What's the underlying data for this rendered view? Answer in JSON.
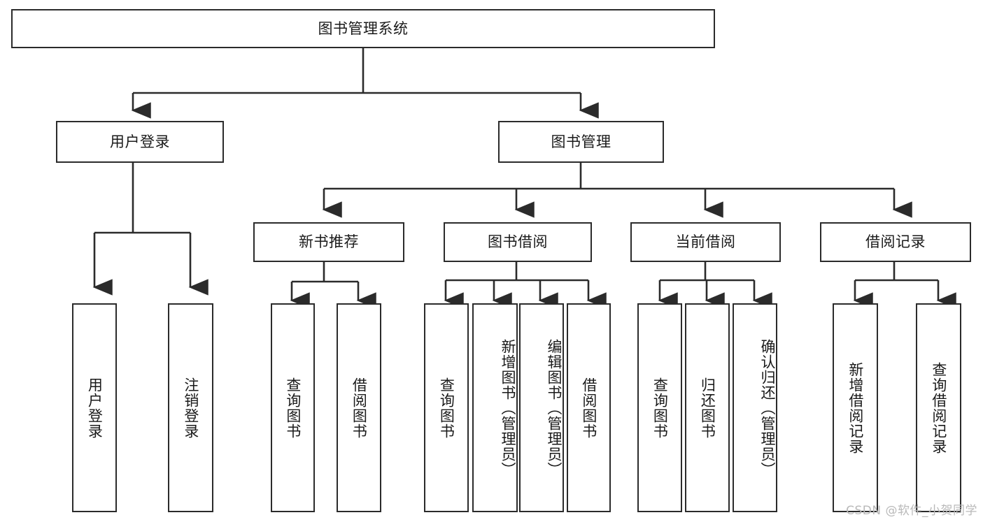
{
  "diagram": {
    "type": "tree-hierarchy",
    "title": "图书管理系统",
    "root": {
      "label": "图书管理系统"
    },
    "level2": [
      {
        "id": "user-login",
        "label": "用户登录"
      },
      {
        "id": "book-management",
        "label": "图书管理"
      }
    ],
    "level3": [
      {
        "id": "new-book-recommend",
        "label": "新书推荐",
        "parent": "book-management"
      },
      {
        "id": "book-borrow",
        "label": "图书借阅",
        "parent": "book-management"
      },
      {
        "id": "current-borrow",
        "label": "当前借阅",
        "parent": "book-management"
      },
      {
        "id": "borrow-record",
        "label": "借阅记录",
        "parent": "book-management"
      }
    ],
    "leaves": {
      "user-login": [
        {
          "id": "leaf-user-login",
          "label": "用户登录"
        },
        {
          "id": "leaf-logout",
          "label": "注销登录"
        }
      ],
      "new-book-recommend": [
        {
          "id": "leaf-query-book-1",
          "label": "查询图书"
        },
        {
          "id": "leaf-borrow-book-1",
          "label": "借阅图书"
        }
      ],
      "book-borrow": [
        {
          "id": "leaf-query-book-2",
          "label": "查询图书"
        },
        {
          "id": "leaf-add-book",
          "label": "新增图书（管理员）"
        },
        {
          "id": "leaf-edit-book",
          "label": "编辑图书（管理员）"
        },
        {
          "id": "leaf-borrow-book-2",
          "label": "借阅图书"
        }
      ],
      "current-borrow": [
        {
          "id": "leaf-query-book-3",
          "label": "查询图书"
        },
        {
          "id": "leaf-return-book",
          "label": "归还图书"
        },
        {
          "id": "leaf-confirm-return",
          "label": "确认归还（管理员）"
        }
      ],
      "borrow-record": [
        {
          "id": "leaf-add-record",
          "label": "新增借阅记录"
        },
        {
          "id": "leaf-query-record",
          "label": "查询借阅记录"
        }
      ]
    },
    "colors": {
      "stroke": "#2b2b2b",
      "fill": "#ffffff",
      "text": "#1a1a1a",
      "watermark": "#b9b9b9"
    }
  },
  "watermark": {
    "text": "CSDN @软件_小贺同学"
  }
}
